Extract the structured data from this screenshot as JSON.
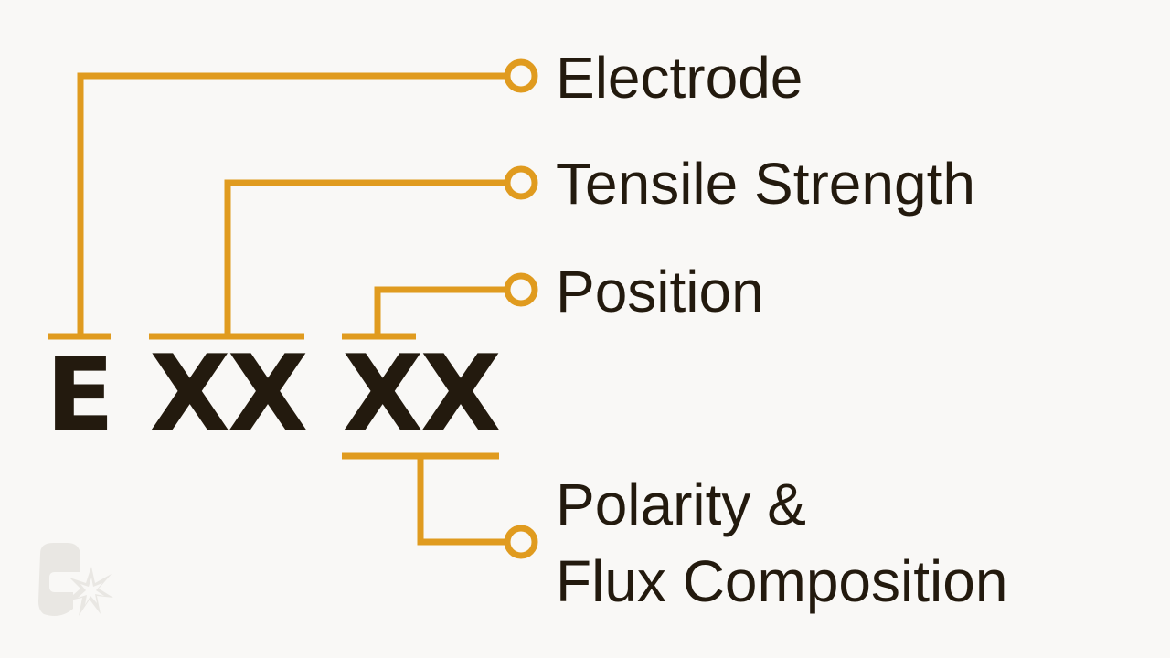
{
  "colors": {
    "background": "#f9f8f6",
    "accent": "#e09b1f",
    "text": "#231a0e",
    "logo": "#e9e7e3"
  },
  "code": {
    "e": "E",
    "xx1": "XX",
    "xx2": "XX"
  },
  "labels": {
    "electrode": "Electrode",
    "tensile": "Tensile Strength",
    "position": "Position",
    "polarity_line1": "Polarity &",
    "polarity_line2": "Flux Composition"
  },
  "logo": {
    "icon": "welding-helmet-spark-icon"
  }
}
